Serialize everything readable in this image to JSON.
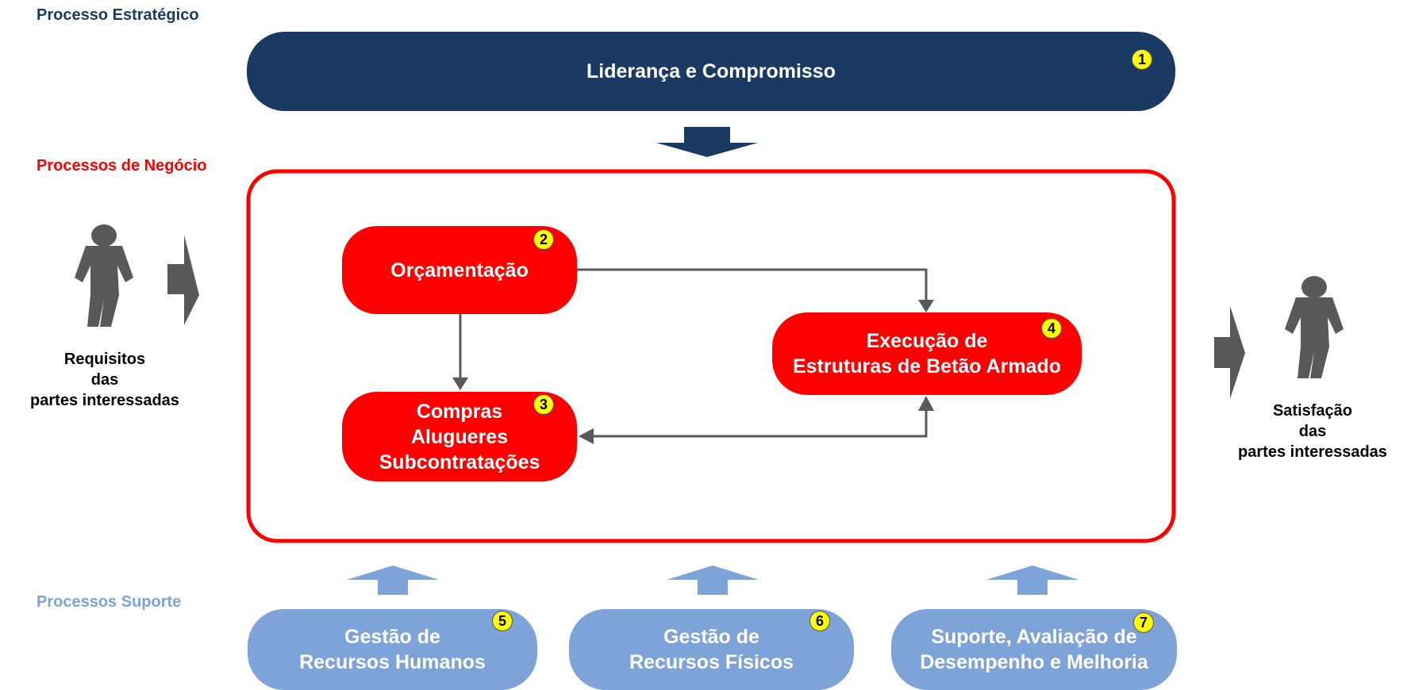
{
  "sections": {
    "strategic": "Processo Estratégico",
    "business": "Processos de Negócio",
    "support": "Processos Suporte"
  },
  "processes": {
    "leadership": {
      "label": "Liderança e Compromisso",
      "number": "1"
    },
    "budgeting": {
      "label": "Orçamentação",
      "number": "2"
    },
    "purchasing": {
      "lines": [
        "Compras",
        "Alugueres",
        "Subcontratações"
      ],
      "number": "3"
    },
    "execution": {
      "lines": [
        "Execução de",
        "Estruturas de Betão Armado"
      ],
      "number": "4"
    },
    "human_resources": {
      "lines": [
        "Gestão de",
        "Recursos Humanos"
      ],
      "number": "5"
    },
    "physical_resources": {
      "lines": [
        "Gestão de",
        "Recursos Físicos"
      ],
      "number": "6"
    },
    "performance": {
      "lines": [
        "Suporte, Avaliação de",
        "Desempenho e Melhoria"
      ],
      "number": "7"
    }
  },
  "input": {
    "lines": [
      "Requisitos",
      "das",
      "partes interessadas"
    ]
  },
  "output": {
    "lines": [
      "Satisfação",
      "das",
      "partes interessadas"
    ]
  },
  "colors": {
    "strategic": "#1b3a63",
    "business": "#ff0000",
    "support": "#7da3d9",
    "badge": "#ffff00",
    "arrow": "#595959",
    "person": "#595959"
  }
}
